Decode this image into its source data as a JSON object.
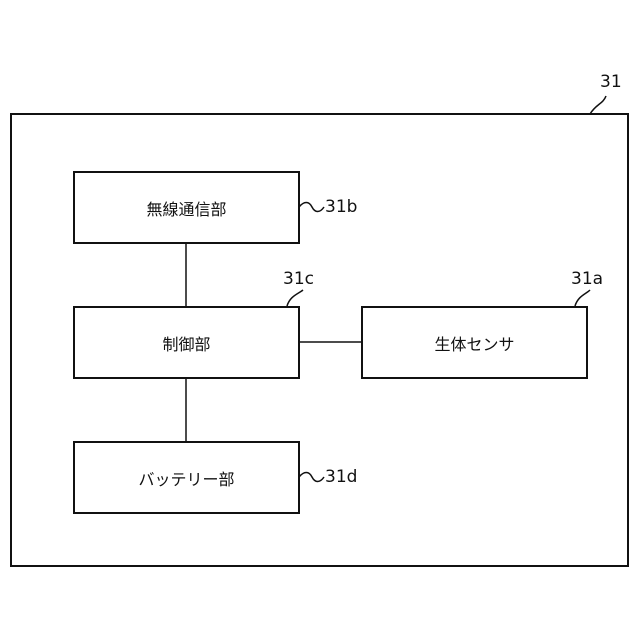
{
  "device": {
    "ref": "31"
  },
  "blocks": {
    "wireless": {
      "label": "無線通信部",
      "ref": "31b"
    },
    "control": {
      "label": "制御部",
      "ref": "31c"
    },
    "sensor": {
      "label": "生体センサ",
      "ref": "31a"
    },
    "battery": {
      "label": "バッテリー部",
      "ref": "31d"
    }
  },
  "connections": [
    [
      "control",
      "wireless"
    ],
    [
      "control",
      "sensor"
    ],
    [
      "control",
      "battery"
    ]
  ]
}
